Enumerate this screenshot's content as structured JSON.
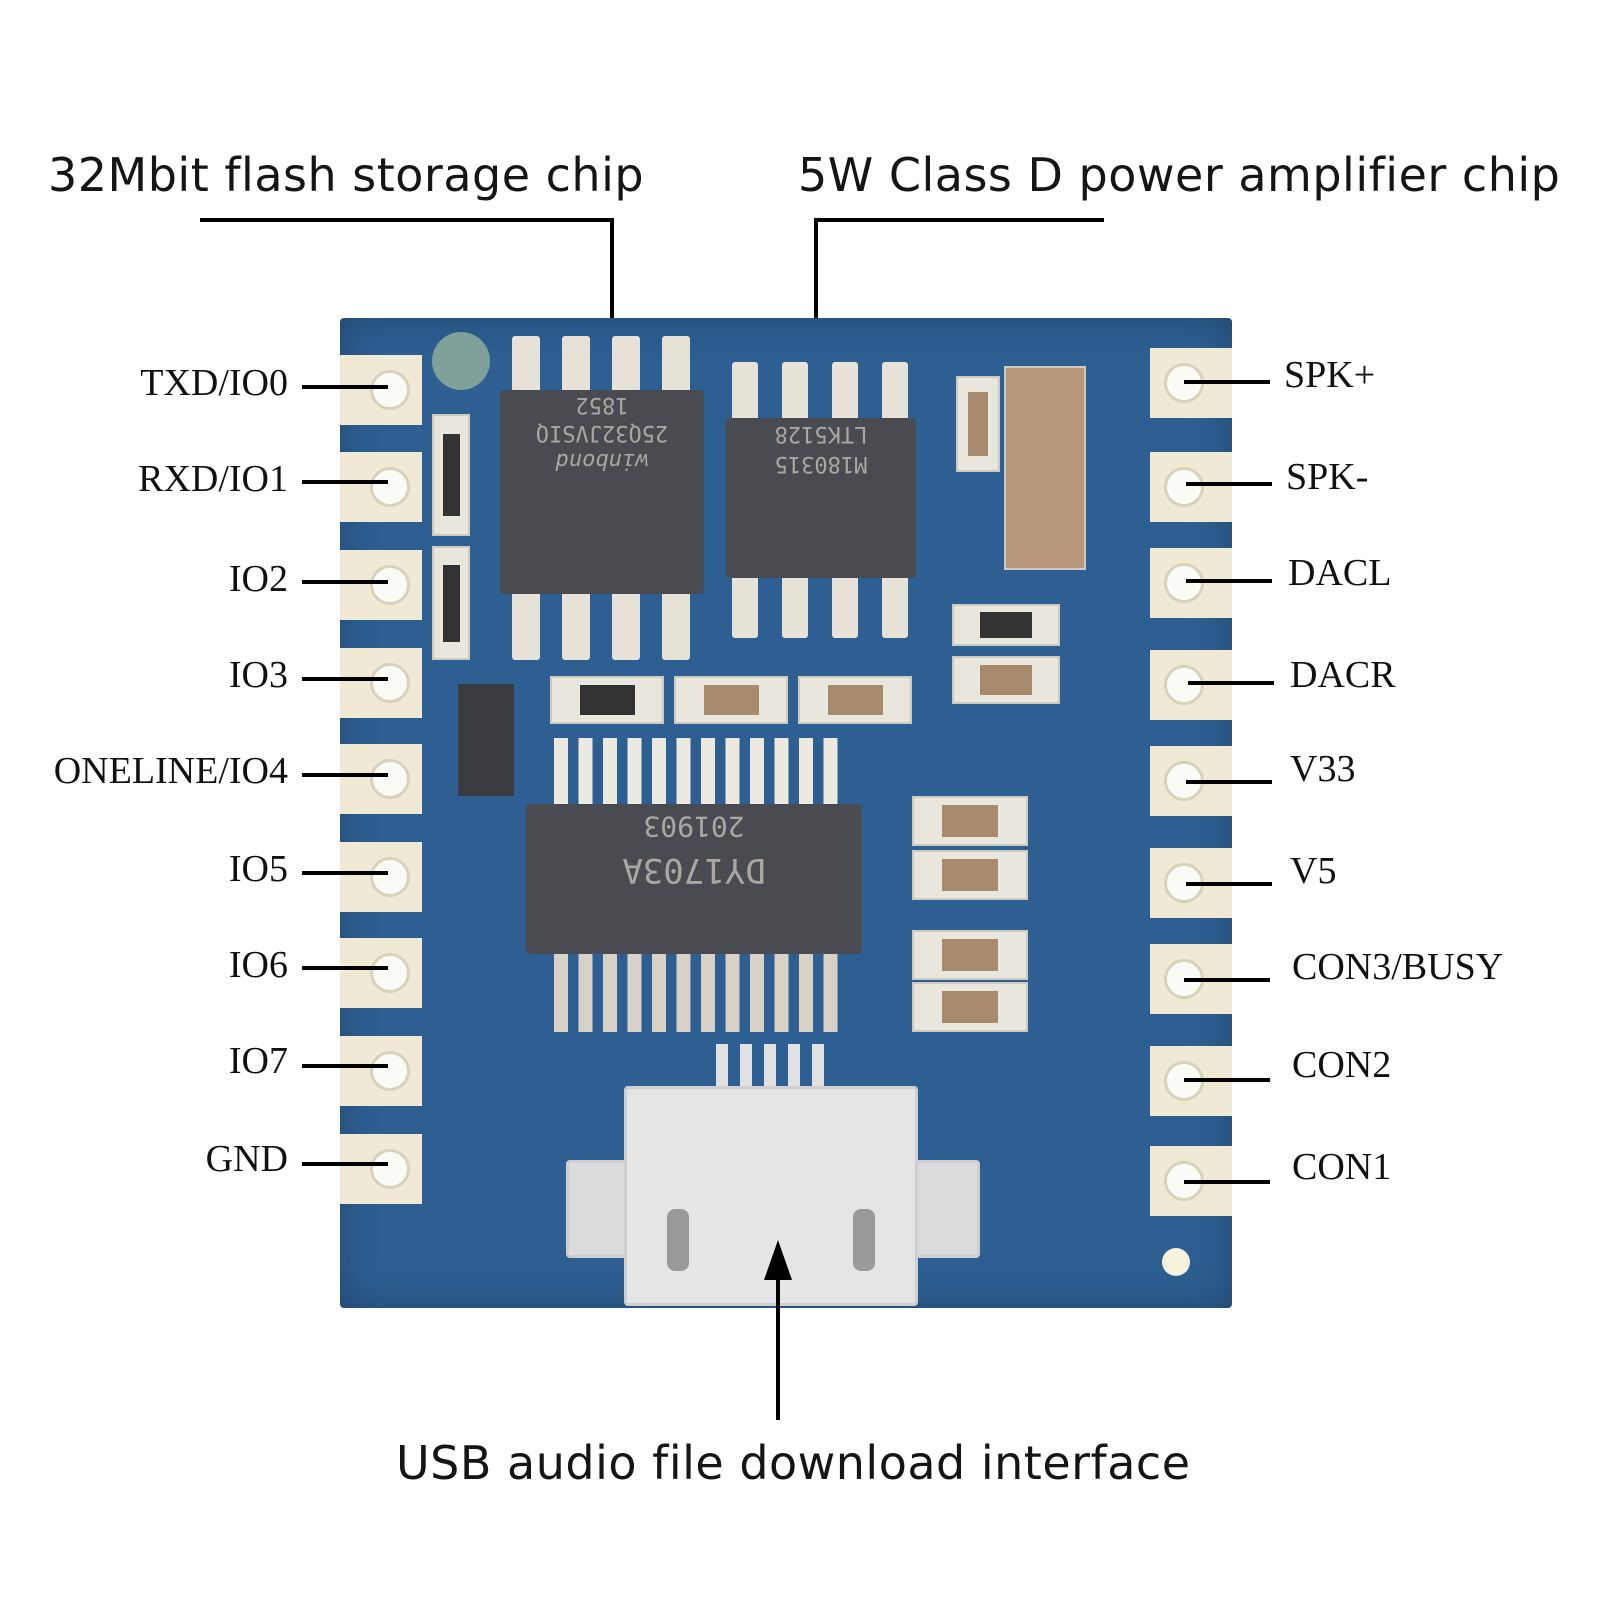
{
  "annotations": {
    "flash_chip": "32Mbit flash storage chip",
    "amp_chip": "5W Class D power amplifier chip",
    "usb": "USB audio file download interface"
  },
  "left_pins": [
    "TXD/IO0",
    "RXD/IO1",
    "IO2",
    "IO3",
    "ONELINE/IO4",
    "IO5",
    "IO6",
    "IO7",
    "GND"
  ],
  "right_pins": [
    "SPK+",
    "SPK-",
    "DACL",
    "DACR",
    "V33",
    "V5",
    "CON3/BUSY",
    "CON2",
    "CON1"
  ],
  "chips": {
    "flash": {
      "line1": "1852",
      "line2": "25Q32JVSIQ",
      "line3": "winbond"
    },
    "amp": {
      "line1": "LTK5128",
      "line2": "M180315"
    },
    "main": {
      "line1": "201903",
      "line2": "DY1703A"
    }
  },
  "colors": {
    "pcb": "#2d5f92",
    "pad": "#efe9d6",
    "chip": "#4a4b50",
    "text": "#111111"
  }
}
